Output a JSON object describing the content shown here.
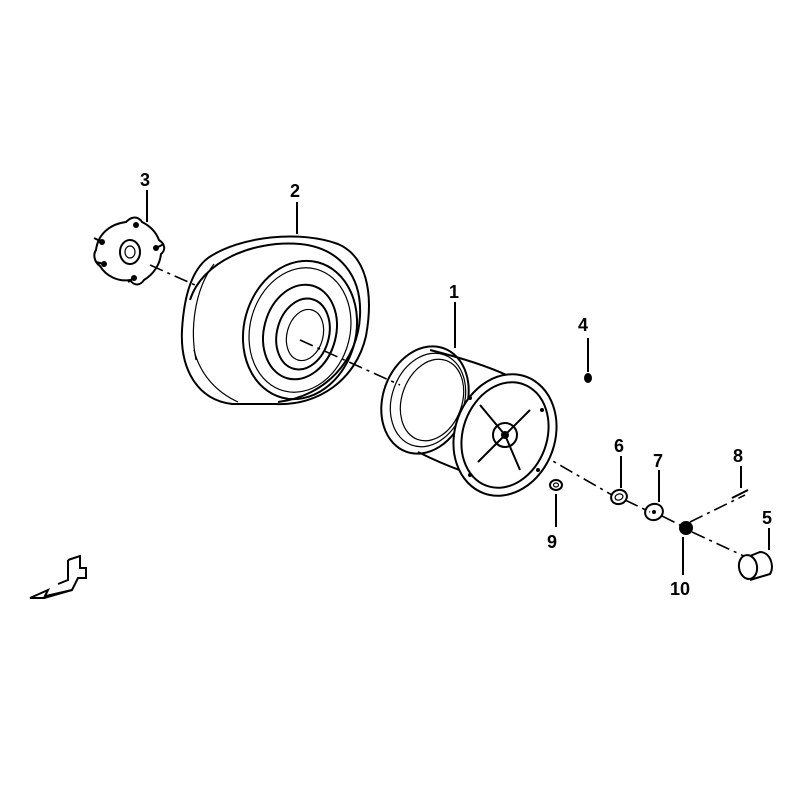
{
  "callouts": {
    "c1": "1",
    "c2": "2",
    "c3": "3",
    "c4": "4",
    "c5": "5",
    "c6": "6",
    "c7": "7",
    "c8": "8",
    "c9": "9",
    "c10": "10"
  },
  "icons": {
    "orientation": "front-direction-arrow-icon"
  }
}
